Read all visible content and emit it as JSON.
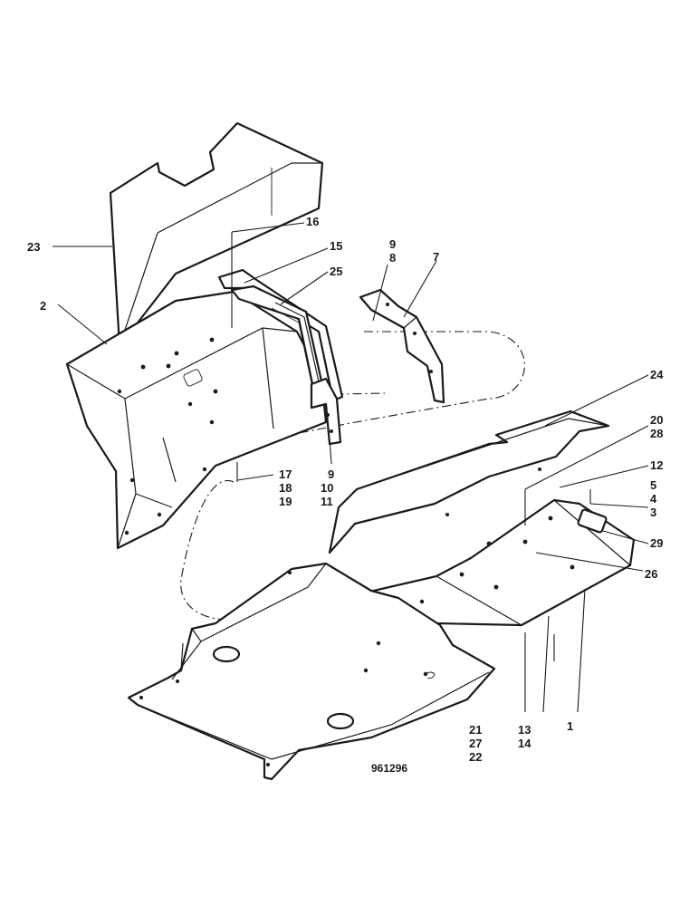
{
  "drawing_number": "961296",
  "callouts": {
    "c23": "23",
    "c16": "16",
    "c15": "15",
    "c25": "25",
    "c2": "2",
    "c9a": "9",
    "c8": "8",
    "c7": "7",
    "c24": "24",
    "c20": "20",
    "c28": "28",
    "c12": "12",
    "c5": "5",
    "c4": "4",
    "c3": "3",
    "c29": "29",
    "c26": "26",
    "c17": "17",
    "c18": "18",
    "c19": "19",
    "c9b": "9",
    "c10": "10",
    "c11": "11",
    "c21": "21",
    "c27": "27",
    "c22": "22",
    "c13": "13",
    "c14": "14",
    "c1": "1"
  }
}
